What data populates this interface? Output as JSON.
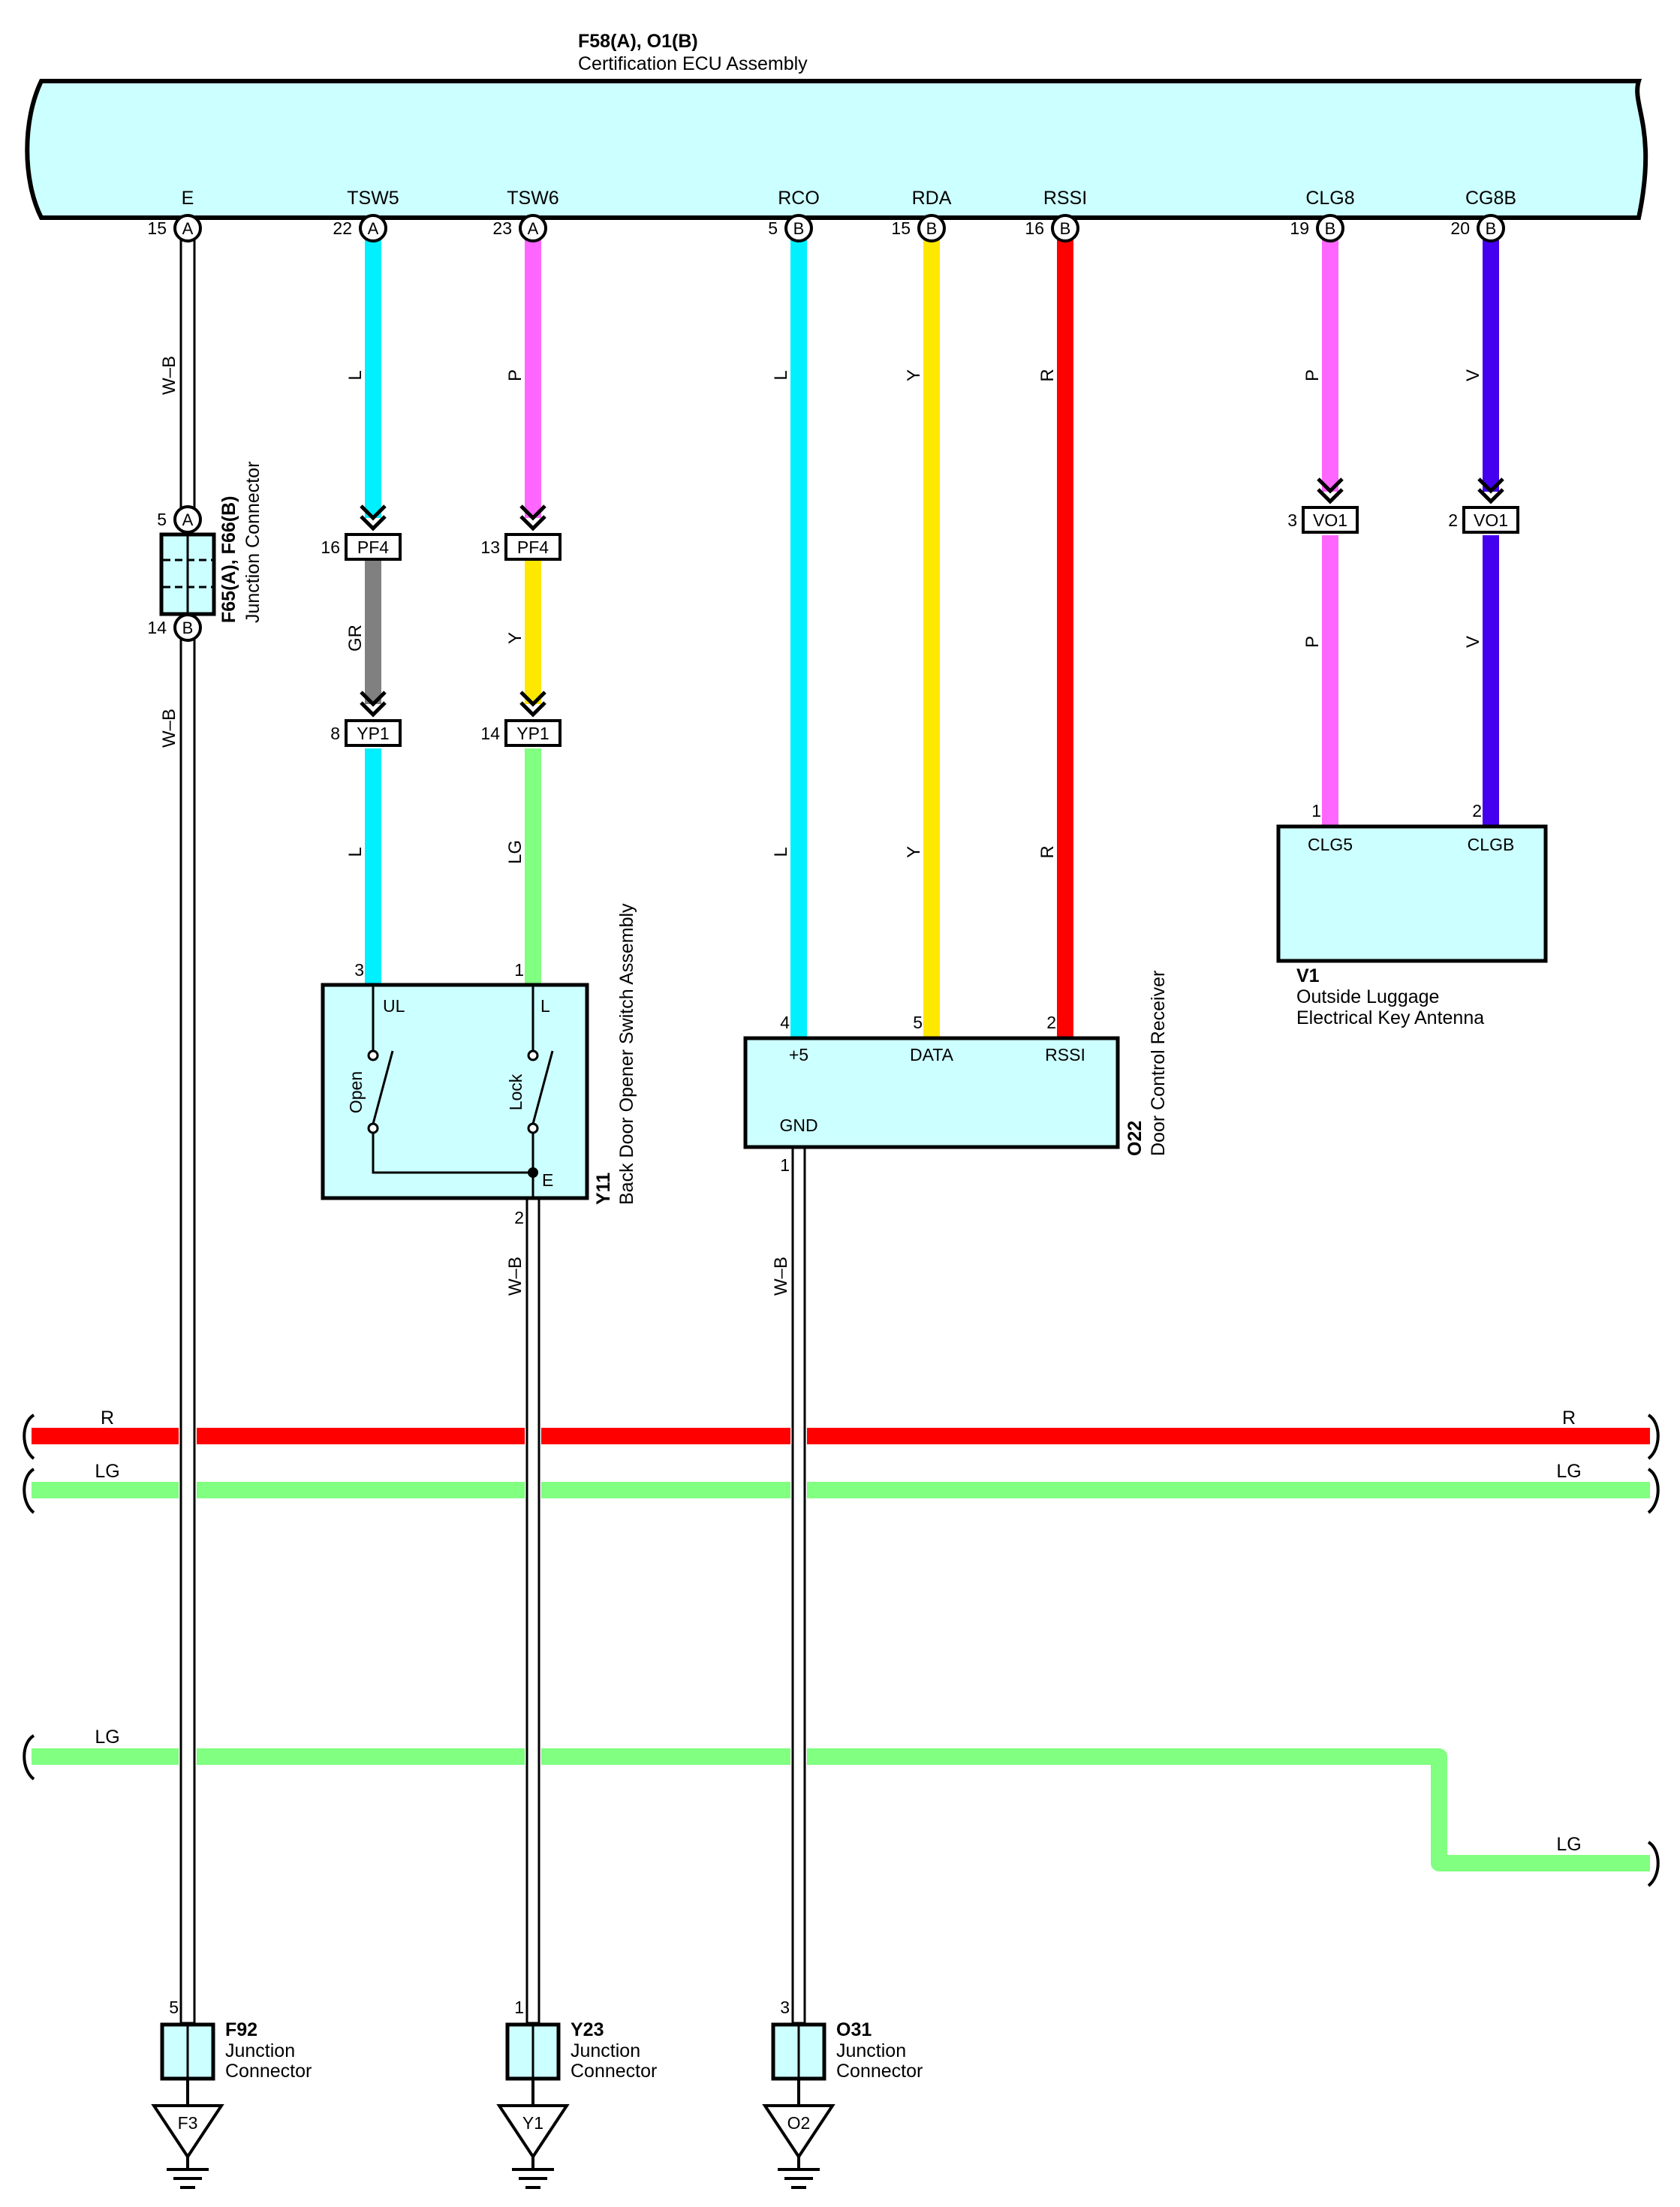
{
  "ecu": {
    "id": "F58(A), O1(B)",
    "name": "Certification ECU Assembly",
    "pins": [
      {
        "label": "E",
        "num": "15",
        "conn": "A"
      },
      {
        "label": "TSW5",
        "num": "22",
        "conn": "A"
      },
      {
        "label": "TSW6",
        "num": "23",
        "conn": "A"
      },
      {
        "label": "RCO",
        "num": "5",
        "conn": "B"
      },
      {
        "label": "RDA",
        "num": "15",
        "conn": "B"
      },
      {
        "label": "RSSI",
        "num": "16",
        "conn": "B"
      },
      {
        "label": "CLG8",
        "num": "19",
        "conn": "B"
      },
      {
        "label": "CG8B",
        "num": "20",
        "conn": "B"
      }
    ]
  },
  "colors": {
    "L": "#00f0ff",
    "P": "#ff66ff",
    "Y": "#ffe800",
    "R": "#ff0000",
    "V": "#4400ee",
    "GR": "#808080",
    "LG": "#80ff80",
    "WB": "#ffffff",
    "component_fill": "#ccffff"
  },
  "wire_codes": {
    "e_upper": "W–B",
    "e_lower": "W–B",
    "tsw5_1": "L",
    "tsw5_2": "GR",
    "tsw5_3": "L",
    "tsw6_1": "P",
    "tsw6_2": "Y",
    "tsw6_3": "LG",
    "rco_1": "L",
    "rco_2": "L",
    "rda_1": "Y",
    "rda_2": "Y",
    "rssi_1": "R",
    "rssi_2": "R",
    "clg8_1": "P",
    "clg8_2": "P",
    "cg8b_1": "V",
    "cg8b_2": "V",
    "y11_gnd": "W–B",
    "o22_gnd": "W–B"
  },
  "inline": {
    "pf4_a": {
      "name": "PF4",
      "pin": "16"
    },
    "pf4_b": {
      "name": "PF4",
      "pin": "13"
    },
    "yp1_a": {
      "name": "YP1",
      "pin": "8"
    },
    "yp1_b": {
      "name": "YP1",
      "pin": "14"
    },
    "vo1_a": {
      "name": "VO1",
      "pin": "3"
    },
    "vo1_b": {
      "name": "VO1",
      "pin": "2"
    }
  },
  "junction_f65": {
    "id": "F65(A), F66(B)",
    "name": "Junction Connector",
    "pin_a": "5",
    "conn_a": "A",
    "pin_b": "14",
    "conn_b": "B"
  },
  "switch_y11": {
    "id": "Y11",
    "name": "Back Door Opener Switch Assembly",
    "pin_ul": "3",
    "label_ul": "UL",
    "pin_l": "1",
    "label_l": "L",
    "label_e": "E",
    "pin_e": "2",
    "sw_open": "Open",
    "sw_lock": "Lock"
  },
  "receiver_o22": {
    "id": "O22",
    "name": "Door Control Receiver",
    "pin_5v": "4",
    "label_5v": "+5",
    "pin_data": "5",
    "label_data": "DATA",
    "pin_rssi": "2",
    "label_rssi": "RSSI",
    "label_gnd": "GND",
    "pin_gnd": "1"
  },
  "antenna_v1": {
    "id": "V1",
    "name_line1": "Outside Luggage",
    "name_line2": "Electrical Key Antenna",
    "pin_1": "1",
    "label_1": "CLG5",
    "pin_2": "2",
    "label_2": "CLGB"
  },
  "bus": {
    "r_left": "R",
    "r_right": "R",
    "lg1_left": "LG",
    "lg1_right": "LG",
    "lg2_left": "LG",
    "lg2_right": "LG"
  },
  "ground_junctions": [
    {
      "id": "F92",
      "line1": "Junction",
      "line2": "Connector",
      "pin": "5",
      "ground": "F3"
    },
    {
      "id": "Y23",
      "line1": "Junction",
      "line2": "Connector",
      "pin": "1",
      "ground": "Y1"
    },
    {
      "id": "O31",
      "line1": "Junction",
      "line2": "Connector",
      "pin": "3",
      "ground": "O2"
    }
  ]
}
